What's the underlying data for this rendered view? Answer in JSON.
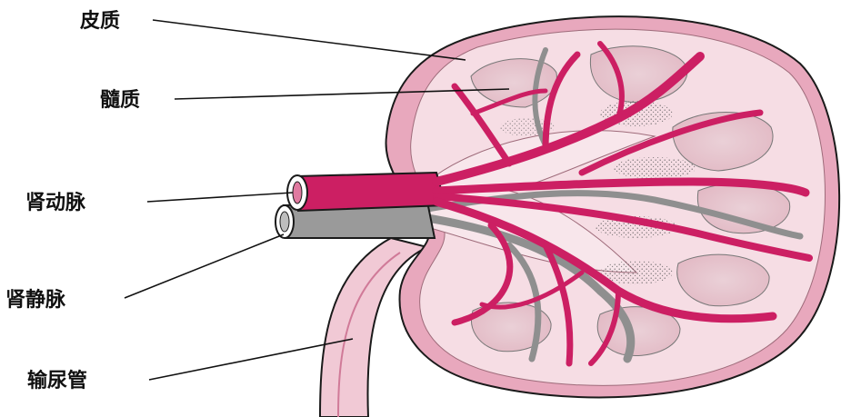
{
  "labels": {
    "cortex": "皮质",
    "medulla": "髓质",
    "renal_artery": "肾动脉",
    "renal_vein": "肾静脉",
    "ureter": "输尿管"
  },
  "colors": {
    "cortex_fill": "#f6dde4",
    "capsule_pink": "#e8a8bd",
    "medulla_fill": "#e9c6cf",
    "artery": "#cc1f63",
    "vein": "#9a9a9a",
    "outline": "#1a1a1a",
    "stipple": "#555555"
  }
}
